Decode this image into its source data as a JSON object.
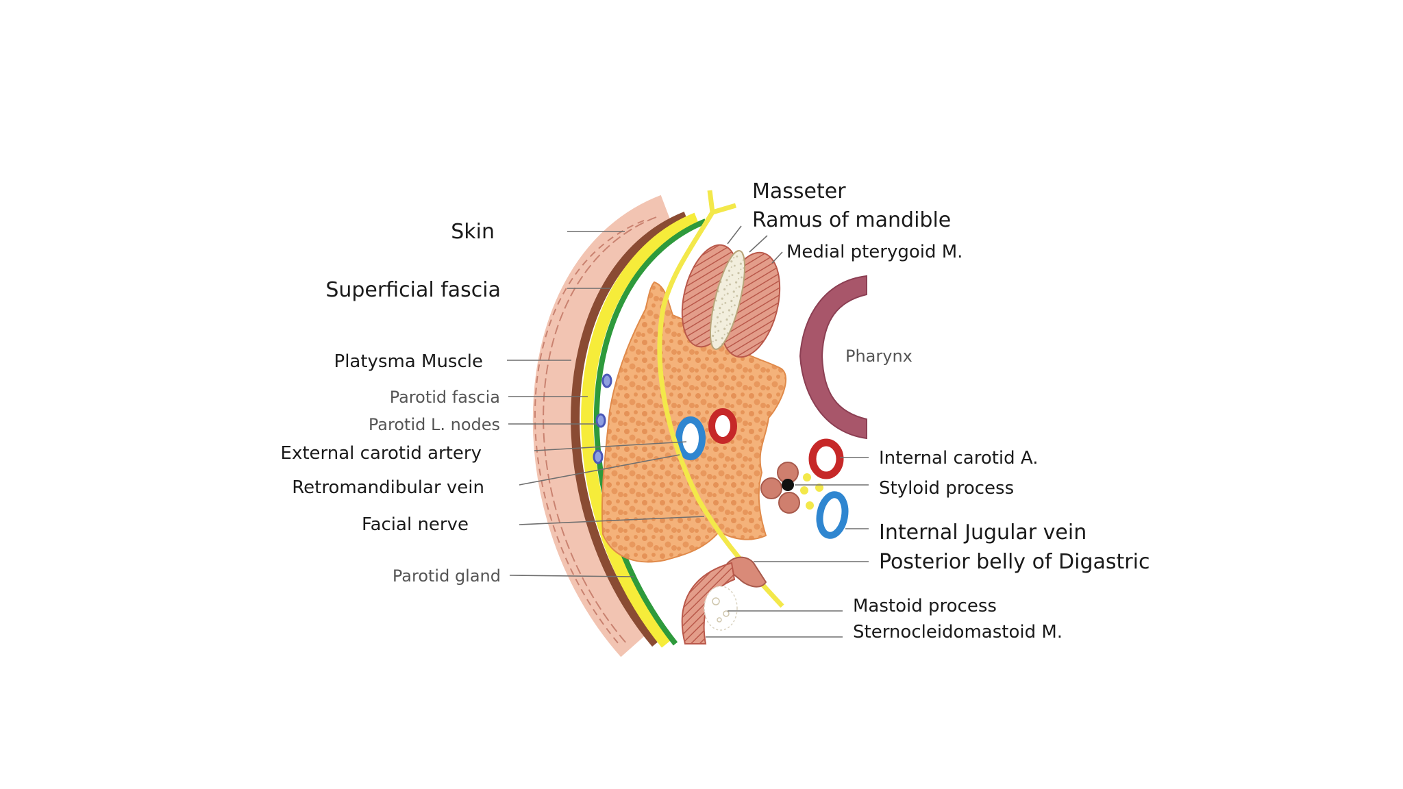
{
  "diagram": {
    "labels": {
      "skin": "Skin",
      "superficial_fascia": "Superficial fascia",
      "platysma_muscle": "Platysma Muscle",
      "parotid_fascia": "Parotid fascia",
      "parotid_lymph_nodes": "Parotid L. nodes",
      "external_carotid_artery": "External carotid artery",
      "retromandibular_vein": "Retromandibular vein",
      "facial_nerve": "Facial nerve",
      "parotid_gland": "Parotid gland",
      "masseter": "Masseter",
      "ramus_of_mandible": "Ramus of mandible",
      "medial_pterygoid": "Medial pterygoid M.",
      "pharynx": "Pharynx",
      "internal_carotid": "Internal carotid A.",
      "styloid_process": "Styloid process",
      "internal_jugular_vein": "Internal Jugular vein",
      "posterior_belly_digastric": "Posterior belly of Digastric",
      "mastoid_process": "Mastoid process",
      "sternocleidomastoid": "Sternocleidomastoid M."
    },
    "colors": {
      "skin": "#f2c4b2",
      "skin_outline": "#c98270",
      "fascia_brown": "#8a4b33",
      "platysma_yellow": "#f6ec3a",
      "parotid_fascia_green": "#2e9a3c",
      "gland": "#f4b27a",
      "gland_texture": "#e0874a",
      "nerve": "#f3e84a",
      "artery": "#c62828",
      "vein": "#2f86d0",
      "node": "#4b58b8",
      "muscle": "#d98a78",
      "bone": "#f2eedd",
      "pharynx": "#a8566a",
      "styloid": "#111111"
    }
  }
}
